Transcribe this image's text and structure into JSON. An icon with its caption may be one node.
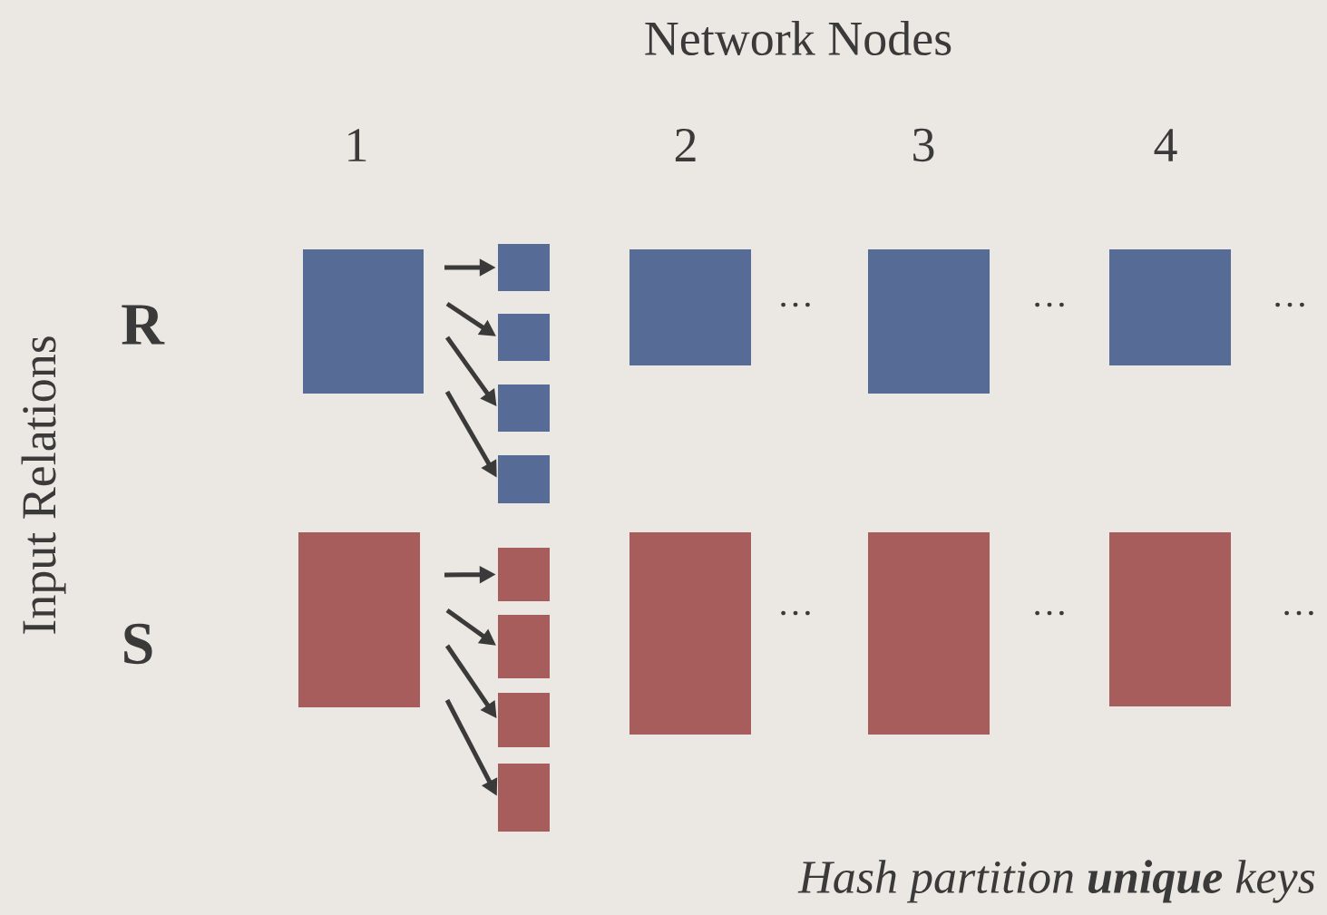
{
  "diagram": {
    "caption": "Hash partition **unique** keys",
    "nodes": [
      {
        "text": [],
        "shape": "box"
      },
      {
        "text": [],
        "shape": "box"
      },
      {
        "text": [],
        "shape": "box"
      },
      {
        "text": [],
        "shape": "box"
      },
      {
        "text": [],
        "shape": "box"
      },
      {
        "text": [],
        "shape": "box"
      },
      {
        "text": [],
        "shape": "box"
      },
      {
        "text": [],
        "shape": "box"
      },
      {
        "text": [],
        "shape": "box"
      },
      {
        "text": [],
        "shape": "box"
      },
      {
        "text": [],
        "shape": "box"
      },
      {
        "text": [],
        "shape": "box"
      },
      {
        "text": [],
        "shape": "box"
      },
      {
        "text": [],
        "shape": "box"
      },
      {
        "text": [],
        "shape": "box"
      },
      {
        "text": [],
        "shape": "box"
      }
    ],
    "edges": [
      {
        "from": null,
        "to": 1,
        "arrow": "to"
      },
      {
        "from": null,
        "to": 2,
        "arrow": "to"
      },
      {
        "from": null,
        "to": 3,
        "arrow": "to"
      },
      {
        "from": null,
        "to": 4,
        "arrow": "to"
      },
      {
        "from": null,
        "to": 9,
        "arrow": "to"
      },
      {
        "from": null,
        "to": 10,
        "arrow": "to"
      },
      {
        "from": null,
        "to": 11,
        "arrow": "to"
      },
      {
        "from": null,
        "to": 12,
        "arrow": "to"
      }
    ],
    "labels": [
      "Network Nodes",
      "1",
      "2",
      "3",
      "4",
      "Input Relations",
      "R",
      "…",
      "…",
      "…",
      "S",
      "…",
      "…",
      "…"
    ]
  }
}
